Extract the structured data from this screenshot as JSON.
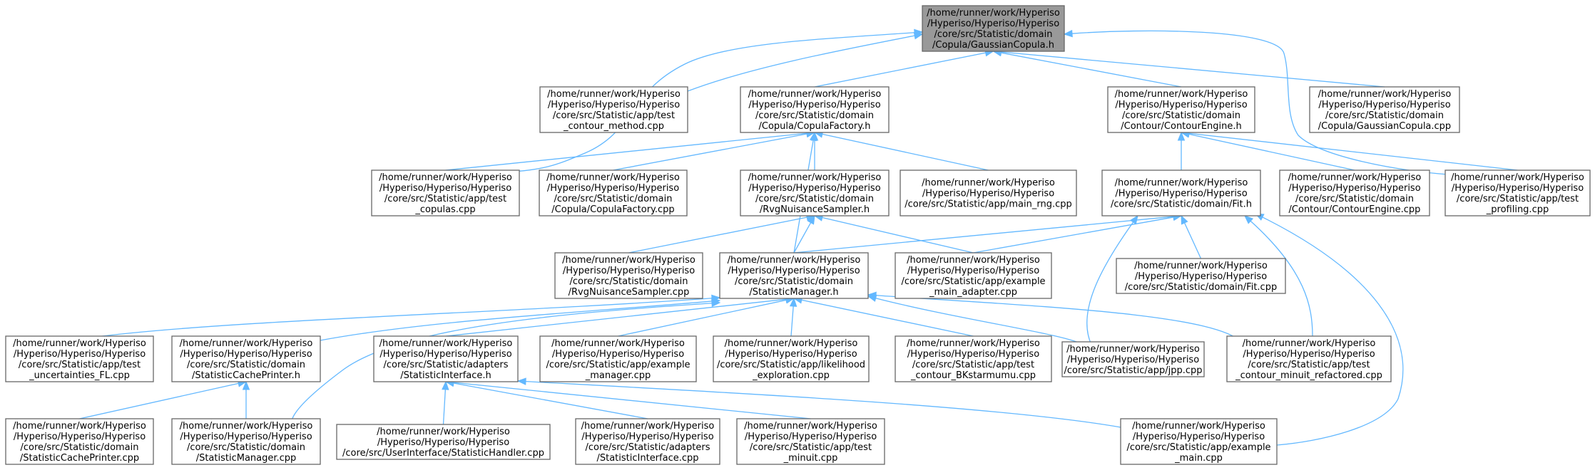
{
  "graph": {
    "title": "",
    "nodes": [
      {
        "id": "n0",
        "root": true,
        "lines": [
          "/home/runner/work/Hyperiso",
          "/Hyperiso/Hyperiso/Hyperiso",
          "/core/src/Statistic/domain",
          "/Copula/GaussianCopula.h"
        ]
      },
      {
        "id": "n1",
        "lines": [
          "/home/runner/work/Hyperiso",
          "/Hyperiso/Hyperiso/Hyperiso",
          "/core/src/Statistic/app/test",
          "_contour_method.cpp"
        ]
      },
      {
        "id": "n2",
        "lines": [
          "/home/runner/work/Hyperiso",
          "/Hyperiso/Hyperiso/Hyperiso",
          "/core/src/Statistic/domain",
          "/Copula/CopulaFactory.h"
        ]
      },
      {
        "id": "n3",
        "lines": [
          "/home/runner/work/Hyperiso",
          "/Hyperiso/Hyperiso/Hyperiso",
          "/core/src/Statistic/domain",
          "/Contour/ContourEngine.h"
        ]
      },
      {
        "id": "n4",
        "lines": [
          "/home/runner/work/Hyperiso",
          "/Hyperiso/Hyperiso/Hyperiso",
          "/core/src/Statistic/domain",
          "/Copula/GaussianCopula.cpp"
        ]
      },
      {
        "id": "n5",
        "lines": [
          "/home/runner/work/Hyperiso",
          "/Hyperiso/Hyperiso/Hyperiso",
          "/core/src/Statistic/app/test",
          "_copulas.cpp"
        ]
      },
      {
        "id": "n6",
        "lines": [
          "/home/runner/work/Hyperiso",
          "/Hyperiso/Hyperiso/Hyperiso",
          "/core/src/Statistic/domain",
          "/Copula/CopulaFactory.cpp"
        ]
      },
      {
        "id": "n7",
        "lines": [
          "/home/runner/work/Hyperiso",
          "/Hyperiso/Hyperiso/Hyperiso",
          "/core/src/Statistic/domain",
          "/RvgNuisanceSampler.h"
        ]
      },
      {
        "id": "n8",
        "lines": [
          "/home/runner/work/Hyperiso",
          "/Hyperiso/Hyperiso/Hyperiso",
          "/core/src/Statistic/app/main_rng.cpp"
        ]
      },
      {
        "id": "n9",
        "lines": [
          "/home/runner/work/Hyperiso",
          "/Hyperiso/Hyperiso/Hyperiso",
          "/core/src/Statistic/domain/Fit.h"
        ]
      },
      {
        "id": "n10",
        "lines": [
          "/home/runner/work/Hyperiso",
          "/Hyperiso/Hyperiso/Hyperiso",
          "/core/src/Statistic/domain",
          "/Contour/ContourEngine.cpp"
        ]
      },
      {
        "id": "n11",
        "lines": [
          "/home/runner/work/Hyperiso",
          "/Hyperiso/Hyperiso/Hyperiso",
          "/core/src/Statistic/app/test",
          "_profiling.cpp"
        ]
      },
      {
        "id": "n12",
        "lines": [
          "/home/runner/work/Hyperiso",
          "/Hyperiso/Hyperiso/Hyperiso",
          "/core/src/Statistic/domain",
          "/RvgNuisanceSampler.cpp"
        ]
      },
      {
        "id": "n13",
        "lines": [
          "/home/runner/work/Hyperiso",
          "/Hyperiso/Hyperiso/Hyperiso",
          "/core/src/Statistic/domain",
          "/StatisticManager.h"
        ]
      },
      {
        "id": "n14",
        "lines": [
          "/home/runner/work/Hyperiso",
          "/Hyperiso/Hyperiso/Hyperiso",
          "/core/src/Statistic/app/example",
          "_main_adapter.cpp"
        ]
      },
      {
        "id": "n15",
        "lines": [
          "/home/runner/work/Hyperiso",
          "/Hyperiso/Hyperiso/Hyperiso",
          "/core/src/Statistic/domain/Fit.cpp"
        ]
      },
      {
        "id": "n16",
        "lines": [
          "/home/runner/work/Hyperiso",
          "/Hyperiso/Hyperiso/Hyperiso",
          "/core/src/Statistic/app/test",
          "_uncertainties_FL.cpp"
        ]
      },
      {
        "id": "n17",
        "lines": [
          "/home/runner/work/Hyperiso",
          "/Hyperiso/Hyperiso/Hyperiso",
          "/core/src/Statistic/domain",
          "/StatisticCachePrinter.h"
        ]
      },
      {
        "id": "n18",
        "lines": [
          "/home/runner/work/Hyperiso",
          "/Hyperiso/Hyperiso/Hyperiso",
          "/core/src/Statistic/adapters",
          "/StatisticInterface.h"
        ]
      },
      {
        "id": "n19",
        "lines": [
          "/home/runner/work/Hyperiso",
          "/Hyperiso/Hyperiso/Hyperiso",
          "/core/src/Statistic/app/example",
          "_manager.cpp"
        ]
      },
      {
        "id": "n20",
        "lines": [
          "/home/runner/work/Hyperiso",
          "/Hyperiso/Hyperiso/Hyperiso",
          "/core/src/Statistic/app/likelihood",
          "_exploration.cpp"
        ]
      },
      {
        "id": "n21",
        "lines": [
          "/home/runner/work/Hyperiso",
          "/Hyperiso/Hyperiso/Hyperiso",
          "/core/src/Statistic/app/test",
          "_contour_BKstarmumu.cpp"
        ]
      },
      {
        "id": "n22",
        "lines": [
          "/home/runner/work/Hyperiso",
          "/Hyperiso/Hyperiso/Hyperiso",
          "/core/src/Statistic/app/jpp.cpp"
        ]
      },
      {
        "id": "n23",
        "lines": [
          "/home/runner/work/Hyperiso",
          "/Hyperiso/Hyperiso/Hyperiso",
          "/core/src/Statistic/app/test",
          "_contour_minuit_refactored.cpp"
        ]
      },
      {
        "id": "n24",
        "lines": [
          "/home/runner/work/Hyperiso",
          "/Hyperiso/Hyperiso/Hyperiso",
          "/core/src/Statistic/domain",
          "/StatisticCachePrinter.cpp"
        ]
      },
      {
        "id": "n25",
        "lines": [
          "/home/runner/work/Hyperiso",
          "/Hyperiso/Hyperiso/Hyperiso",
          "/core/src/Statistic/domain",
          "/StatisticManager.cpp"
        ]
      },
      {
        "id": "n26",
        "lines": [
          "/home/runner/work/Hyperiso",
          "/Hyperiso/Hyperiso/Hyperiso",
          "/core/src/UserInterface/StatisticHandler.cpp"
        ]
      },
      {
        "id": "n27",
        "lines": [
          "/home/runner/work/Hyperiso",
          "/Hyperiso/Hyperiso/Hyperiso",
          "/core/src/Statistic/adapters",
          "/StatisticInterface.cpp"
        ]
      },
      {
        "id": "n28",
        "lines": [
          "/home/runner/work/Hyperiso",
          "/Hyperiso/Hyperiso/Hyperiso",
          "/core/src/Statistic/app/test",
          "_minuit.cpp"
        ]
      },
      {
        "id": "n29",
        "lines": [
          "/home/runner/work/Hyperiso",
          "/Hyperiso/Hyperiso/Hyperiso",
          "/core/src/Statistic/app/example",
          "_main.cpp"
        ]
      }
    ],
    "edges": [
      [
        "n0",
        "n1"
      ],
      [
        "n0",
        "n2"
      ],
      [
        "n0",
        "n3"
      ],
      [
        "n0",
        "n4"
      ],
      [
        "n0",
        "n5"
      ],
      [
        "n0",
        "n11"
      ],
      [
        "n2",
        "n5"
      ],
      [
        "n2",
        "n6"
      ],
      [
        "n2",
        "n7"
      ],
      [
        "n2",
        "n8"
      ],
      [
        "n2",
        "n13"
      ],
      [
        "n3",
        "n9"
      ],
      [
        "n3",
        "n10"
      ],
      [
        "n3",
        "n11"
      ],
      [
        "n7",
        "n12"
      ],
      [
        "n7",
        "n13"
      ],
      [
        "n7",
        "n14"
      ],
      [
        "n9",
        "n13"
      ],
      [
        "n9",
        "n14"
      ],
      [
        "n9",
        "n15"
      ],
      [
        "n9",
        "n22"
      ],
      [
        "n9",
        "n23"
      ],
      [
        "n9",
        "n29"
      ],
      [
        "n13",
        "n16"
      ],
      [
        "n13",
        "n17"
      ],
      [
        "n13",
        "n18"
      ],
      [
        "n13",
        "n19"
      ],
      [
        "n13",
        "n20"
      ],
      [
        "n13",
        "n21"
      ],
      [
        "n13",
        "n22"
      ],
      [
        "n13",
        "n23"
      ],
      [
        "n13",
        "n25"
      ],
      [
        "n17",
        "n24"
      ],
      [
        "n17",
        "n25"
      ],
      [
        "n18",
        "n26"
      ],
      [
        "n18",
        "n27"
      ],
      [
        "n18",
        "n28"
      ],
      [
        "n18",
        "n29"
      ]
    ]
  }
}
